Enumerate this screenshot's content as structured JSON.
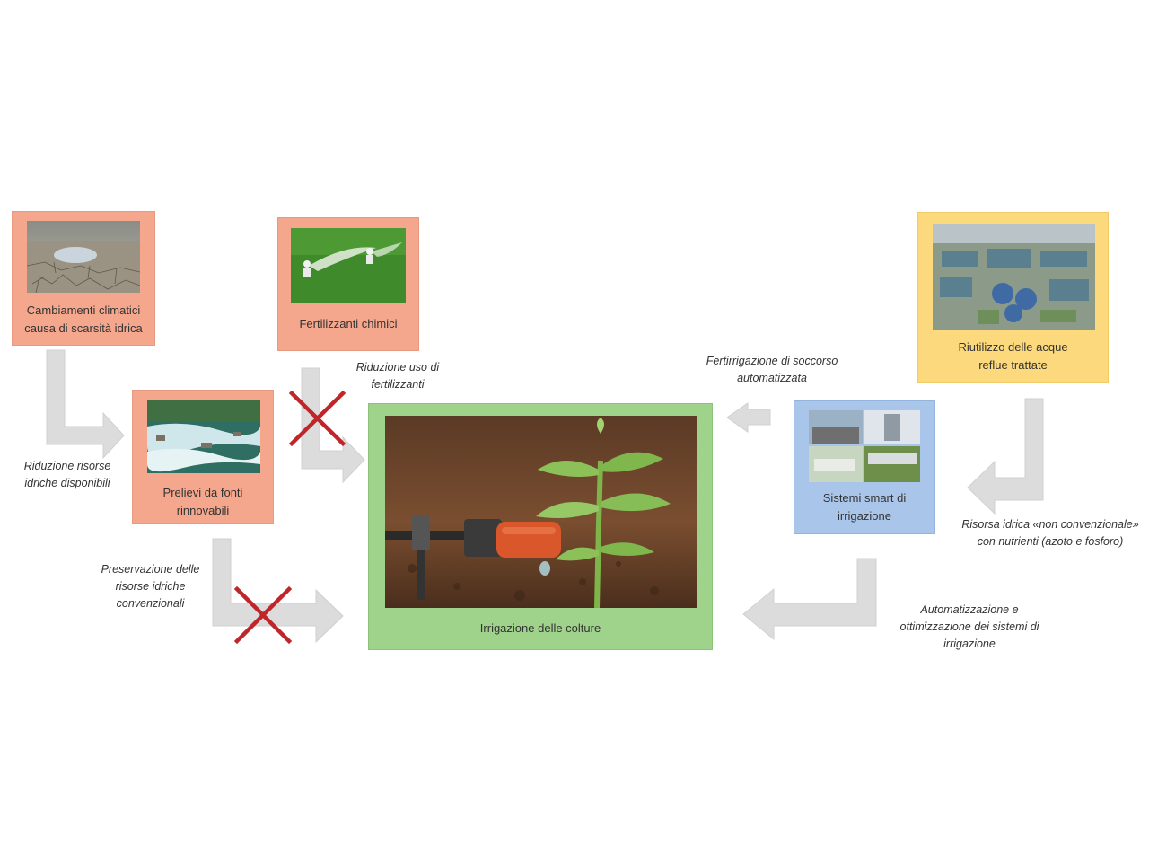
{
  "nodes": {
    "climate": "Cambiamenti climatici causa di scarsità idrica",
    "fertilizers": "Fertilizzanti chimici",
    "withdrawals": "Prelievi da fonti rinnovabili",
    "irrigation": "Irrigazione delle colture",
    "smart": "Sistemi smart di irrigazione",
    "wastewater": "Riutilizzo delle acque reflue trattate"
  },
  "annotations": {
    "reduced_resources": "Riduzione risorse idriche disponibili",
    "reduced_fertilizers": "Riduzione uso di fertilizzanti",
    "preservation": "Preservazione delle risorse idriche convenzionali",
    "fertigation": "Fertirrigazione di soccorso automatizzata",
    "nonconventional": "Risorsa idrica «non convenzionale» con nutrienti (azoto e fosforo)",
    "automation": "Automatizzazione e ottimizzazione dei sistemi di irrigazione"
  },
  "colors": {
    "orange_box": "#f4a78c",
    "yellow_box": "#fcd97c",
    "blue_box": "#a9c6ea",
    "green_box": "#9fd28a",
    "arrow": "#dcdcdc",
    "cross": "#c0252a"
  },
  "icons": [
    "red-cross-icon",
    "red-cross-icon"
  ]
}
